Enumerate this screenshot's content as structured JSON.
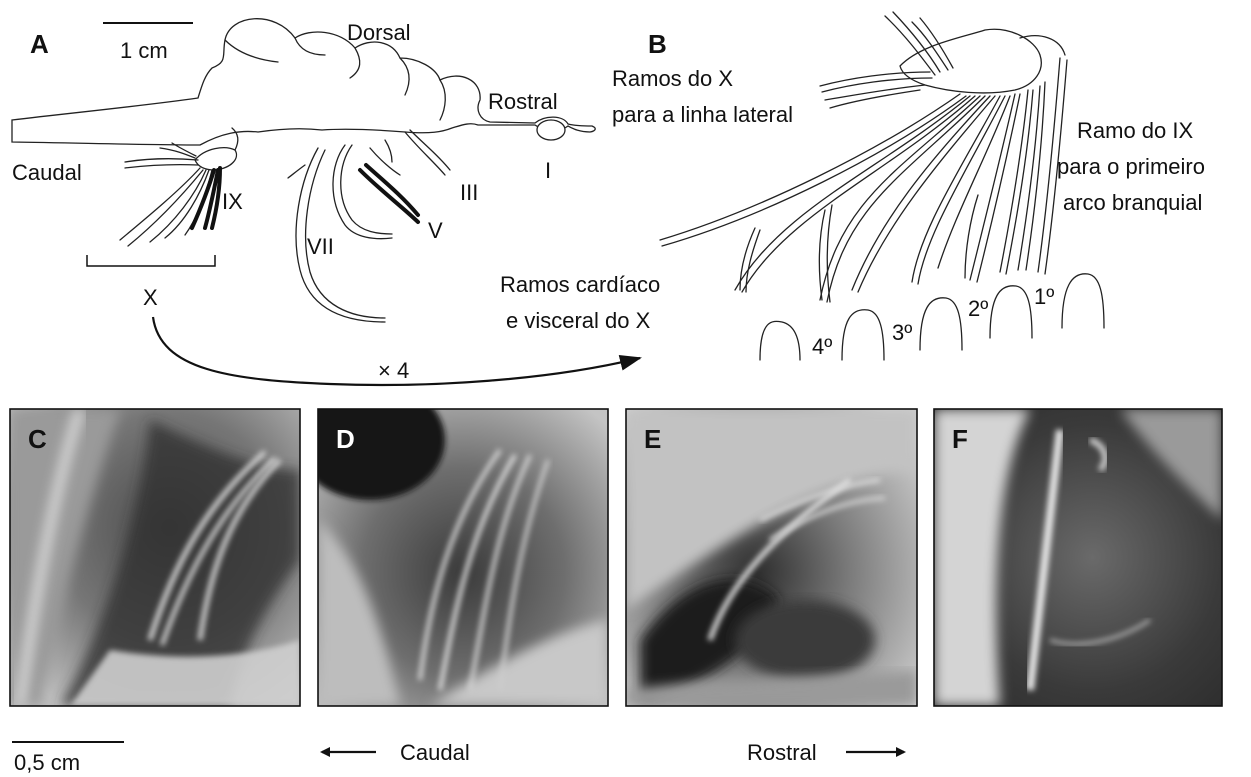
{
  "panelA": {
    "letter": "A",
    "scale": "1 cm",
    "dorsal": "Dorsal",
    "rostral": "Rostral",
    "caudal": "Caudal",
    "nerves": {
      "I": "I",
      "III": "III",
      "V": "V",
      "VII": "VII",
      "IX": "IX",
      "X": "X"
    }
  },
  "panelB": {
    "letter": "B",
    "lateral_line": [
      "Ramos do X",
      "para a linha lateral"
    ],
    "ix_branch": [
      "Ramo do IX",
      "para o primeiro",
      "arco branquial"
    ],
    "cardiac": [
      "Ramos cardíaco",
      "e visceral do X"
    ],
    "arches": [
      "4º",
      "3º",
      "2º",
      "1º"
    ]
  },
  "magnification": "× 4",
  "photos": [
    {
      "letter": "C"
    },
    {
      "letter": "D"
    },
    {
      "letter": "E"
    },
    {
      "letter": "F"
    }
  ],
  "bottom": {
    "scale": "0,5 cm",
    "caudal": "Caudal",
    "rostral": "Rostral"
  },
  "colors": {
    "line": "#222222",
    "background": "#ffffff"
  }
}
